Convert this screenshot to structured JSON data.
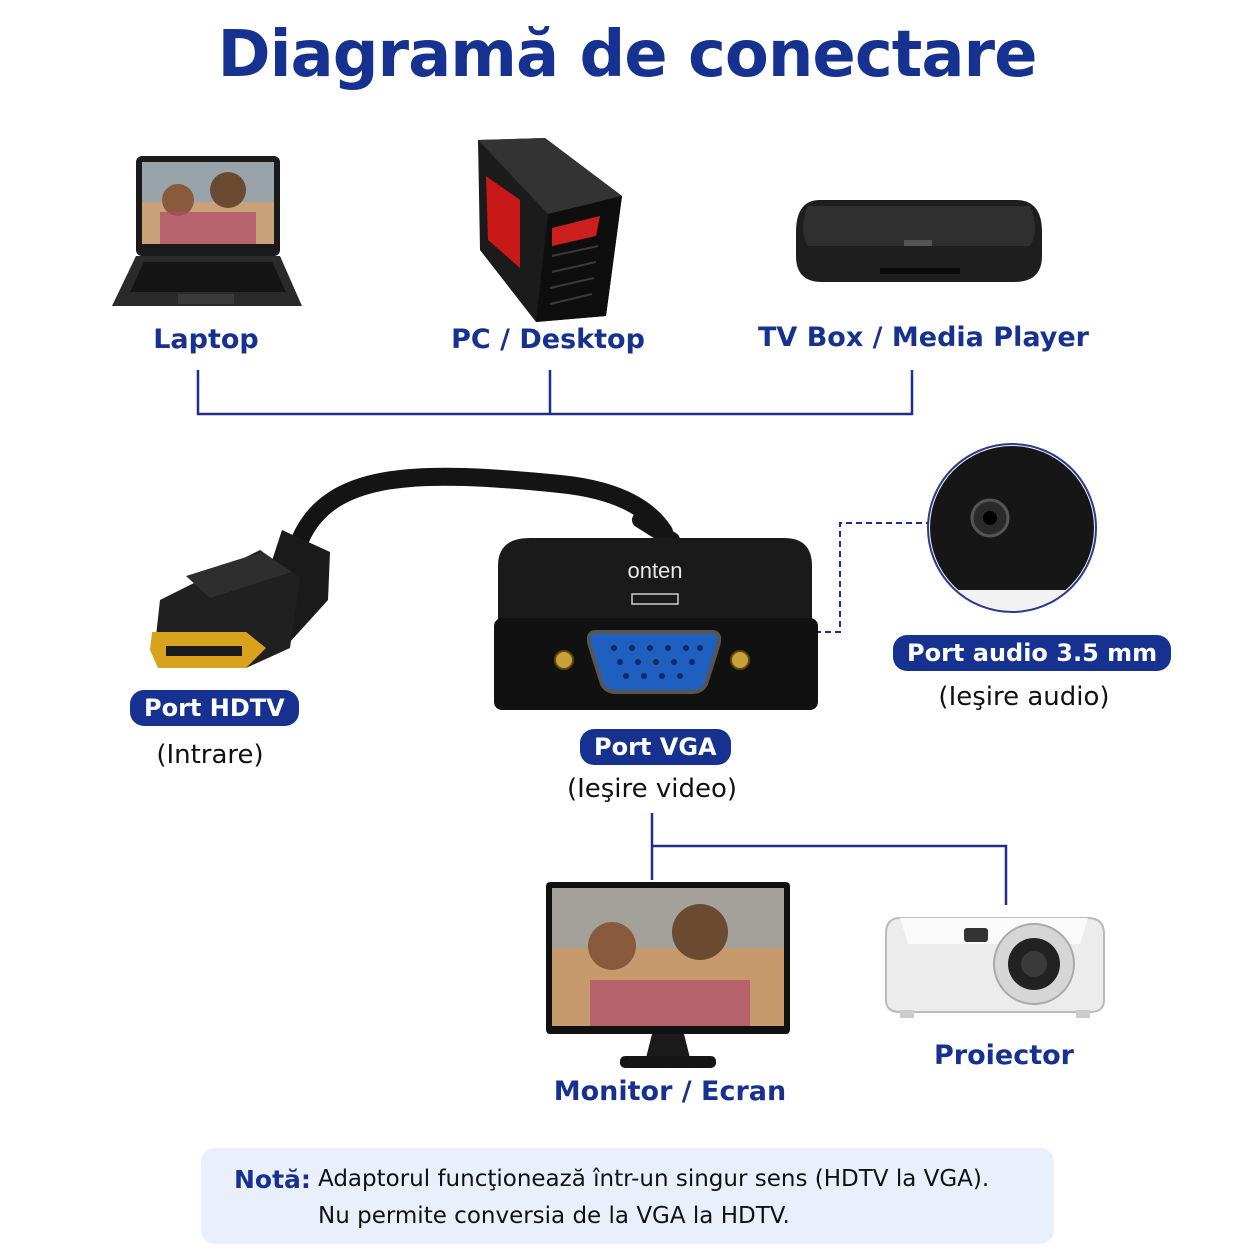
{
  "title": "Diagramă de conectare",
  "devices": {
    "laptop": "Laptop",
    "pc": "PC / Desktop",
    "tvbox": "TV Box / Media Player",
    "monitor": "Monitor / Ecran",
    "projector": "Proiector"
  },
  "ports": {
    "hdtv": {
      "label": "Port HDTV",
      "sub": "(Intrare)"
    },
    "vga": {
      "label": "Port VGA",
      "sub": "(Ieşire video)"
    },
    "audio": {
      "label": "Port audio 3.5 mm",
      "sub": "(Ieşire audio)"
    }
  },
  "adapter_brand": "onten",
  "note": {
    "label": "Notă:",
    "line1": "Adaptorul funcţionează într-un singur sens (HDTV la VGA).",
    "line2": "Nu permite conversia de la VGA la HDTV."
  },
  "colors": {
    "brand_blue": "#16318f",
    "line_blue": "#1f2e8a",
    "note_bg": "#eaf0fb",
    "gold": "#d9a21c",
    "vga_blue": "#1f5fbf"
  },
  "icons": [
    "laptop-icon",
    "desktop-pc-icon",
    "tv-box-icon",
    "hdmi-connector-icon",
    "vga-adapter-icon",
    "audio-jack-icon",
    "monitor-icon",
    "projector-icon"
  ]
}
